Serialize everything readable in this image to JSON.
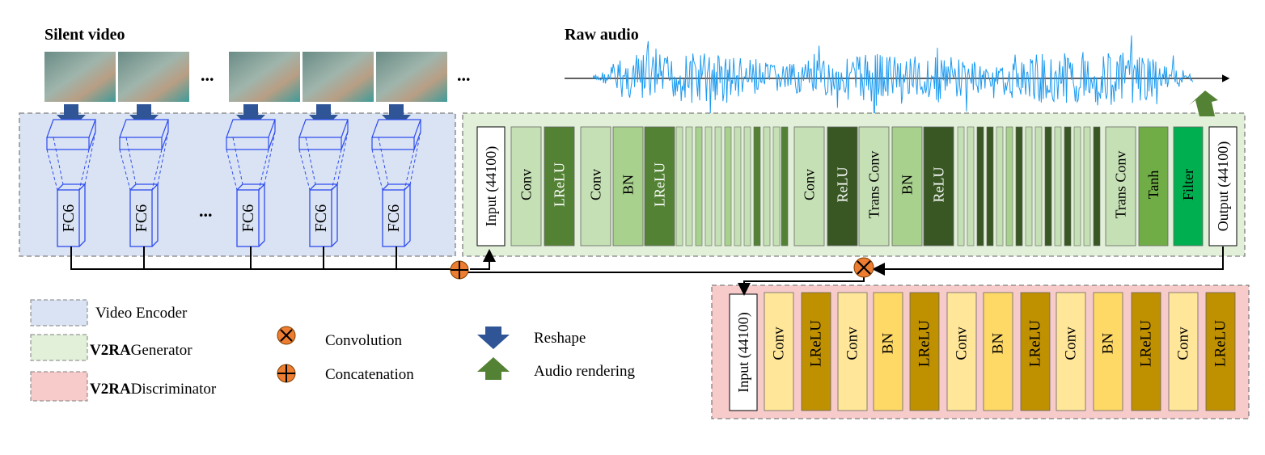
{
  "video": {
    "title": "Silent video",
    "ellipsis": "...",
    "fc_label": "FC6"
  },
  "audio": {
    "title": "Raw audio"
  },
  "generator": {
    "input_label": "Input (44100)",
    "output_label": "Output (44100)",
    "labelled_blocks": [
      {
        "label": "Conv",
        "tone": "light"
      },
      {
        "label": "LReLU",
        "tone": "mid"
      },
      {
        "label": "Conv",
        "tone": "light"
      },
      {
        "label": "BN",
        "tone": "pale"
      },
      {
        "label": "LReLU",
        "tone": "mid"
      },
      {
        "label": "Conv",
        "tone": "light"
      },
      {
        "label": "ReLU",
        "tone": "dark"
      },
      {
        "label": "Trans Conv",
        "tone": "light"
      },
      {
        "label": "BN",
        "tone": "pale"
      },
      {
        "label": "ReLU",
        "tone": "dark"
      },
      {
        "label": "Trans Conv",
        "tone": "light"
      },
      {
        "label": "Tanh",
        "tone": "mid2"
      },
      {
        "label": "Filter",
        "tone": "bright"
      }
    ]
  },
  "discriminator": {
    "input_label": "Input (44100)",
    "blocks": [
      "Conv",
      "LReLU",
      "Conv",
      "BN",
      "LReLU",
      "Conv",
      "BN",
      "LReLU",
      "Conv",
      "BN",
      "LReLU",
      "Conv",
      "LReLU"
    ]
  },
  "legend": {
    "video_encoder": "Video Encoder",
    "generator_bold": "V2RA",
    "generator_rest": "Generator",
    "discriminator_bold": "V2RA",
    "discriminator_rest": "Discriminator",
    "convolution": "Convolution",
    "concatenation": "Concatenation",
    "reshape": "Reshape",
    "audio_rendering": "Audio rendering"
  },
  "colors": {
    "encoder_bg": "#dae3f3",
    "generator_bg": "#e2f0d9",
    "discriminator_bg": "#f8cbcb",
    "fc_blue": "#2e4cf0",
    "reshape_arrow": "#2f5597",
    "render_arrow": "#548235",
    "op_orange": "#ed7d31",
    "waveform": "#1e9bf0",
    "gen_light": "#c5e0b4",
    "gen_pale": "#a9d18e",
    "gen_mid": "#548235",
    "gen_mid2": "#70ad47",
    "gen_dark": "#385723",
    "gen_bright": "#00b050",
    "disc_light": "#ffe699",
    "disc_mid": "#ffd966",
    "disc_dark": "#bf9000"
  }
}
